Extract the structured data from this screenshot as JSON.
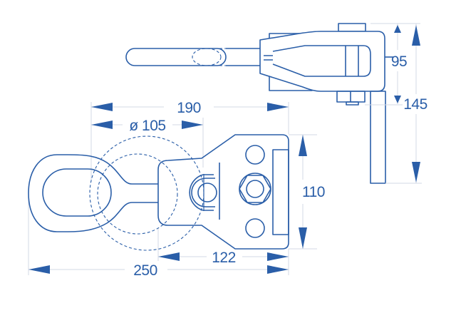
{
  "colors": {
    "line": "#2a5ea8",
    "dimension_line": "#d3d8e6"
  },
  "dimensions": {
    "width_overall": "250",
    "width_plate_to_tip": "190",
    "diameter": "ø 105",
    "plate_length": "122",
    "plate_height": "110",
    "side_height": "95",
    "side_total": "145"
  }
}
